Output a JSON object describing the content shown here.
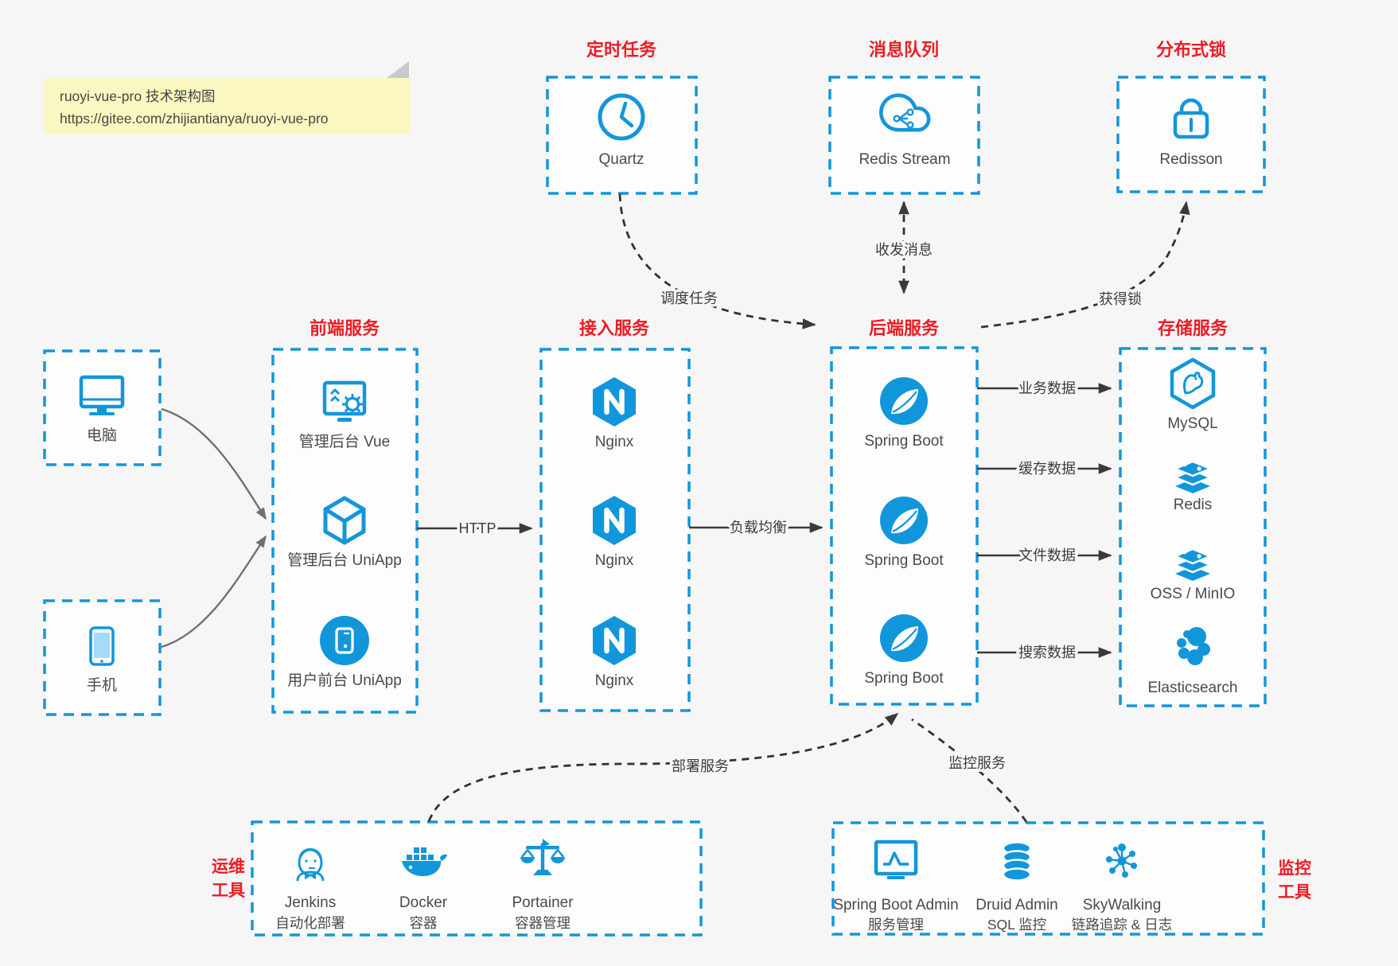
{
  "note": {
    "line1": "ruoyi-vue-pro 技术架构图",
    "line2": "https://gitee.com/zhijiantianya/ruoyi-vue-pro"
  },
  "colors": {
    "accent_blue": "#1296db",
    "title_red": "#ec1d25",
    "line_dark": "#3a3a3a",
    "note_yellow": "#faf7c0",
    "background": "#f6f6f6"
  },
  "groups": {
    "scheduled_tasks": {
      "title": "定时任务",
      "items": [
        {
          "name": "Quartz",
          "icon": "clock-icon"
        }
      ]
    },
    "message_queue": {
      "title": "消息队列",
      "items": [
        {
          "name": "Redis Stream",
          "icon": "cloud-stream-icon"
        }
      ]
    },
    "distributed_lock": {
      "title": "分布式锁",
      "items": [
        {
          "name": "Redisson",
          "icon": "lock-icon"
        }
      ]
    },
    "clients": {
      "items": [
        {
          "name": "电脑",
          "icon": "desktop-icon"
        },
        {
          "name": "手机",
          "icon": "mobile-icon"
        }
      ]
    },
    "frontend": {
      "title": "前端服务",
      "items": [
        {
          "name": "管理后台 Vue",
          "icon": "admin-vue-icon"
        },
        {
          "name": "管理后台 UniApp",
          "icon": "cube-icon"
        },
        {
          "name": "用户前台 UniApp",
          "icon": "user-app-icon"
        }
      ]
    },
    "gateway": {
      "title": "接入服务",
      "items": [
        {
          "name": "Nginx",
          "icon": "nginx-icon"
        },
        {
          "name": "Nginx",
          "icon": "nginx-icon"
        },
        {
          "name": "Nginx",
          "icon": "nginx-icon"
        }
      ]
    },
    "backend": {
      "title": "后端服务",
      "items": [
        {
          "name": "Spring Boot",
          "icon": "spring-boot-icon"
        },
        {
          "name": "Spring Boot",
          "icon": "spring-boot-icon"
        },
        {
          "name": "Spring Boot",
          "icon": "spring-boot-icon"
        }
      ]
    },
    "storage": {
      "title": "存储服务",
      "items": [
        {
          "name": "MySQL",
          "icon": "mysql-icon"
        },
        {
          "name": "Redis",
          "icon": "redis-icon"
        },
        {
          "name": "OSS / MinIO",
          "icon": "oss-minio-icon"
        },
        {
          "name": "Elasticsearch",
          "icon": "elasticsearch-icon"
        }
      ]
    },
    "ops_tools": {
      "title_line1": "运维",
      "title_line2": "工具",
      "items": [
        {
          "name": "Jenkins",
          "desc": "自动化部署",
          "icon": "jenkins-icon"
        },
        {
          "name": "Docker",
          "desc": "容器",
          "icon": "docker-icon"
        },
        {
          "name": "Portainer",
          "desc": "容器管理",
          "icon": "portainer-icon"
        }
      ]
    },
    "monitor_tools": {
      "title_line1": "监控",
      "title_line2": "工具",
      "items": [
        {
          "name": "Spring Boot Admin",
          "desc": "服务管理",
          "icon": "spring-boot-admin-icon"
        },
        {
          "name": "Druid Admin",
          "desc": "SQL 监控",
          "icon": "druid-icon"
        },
        {
          "name": "SkyWalking",
          "desc": "链路追踪 & 日志",
          "icon": "skywalking-icon"
        }
      ]
    }
  },
  "edges": {
    "http": "HTTP",
    "load_balance": "负载均衡",
    "schedule_task": "调度任务",
    "send_receive_msg": "收发消息",
    "acquire_lock": "获得锁",
    "business_data": "业务数据",
    "cache_data": "缓存数据",
    "file_data": "文件数据",
    "search_data": "搜索数据",
    "deploy_service": "部署服务",
    "monitor_service": "监控服务"
  }
}
